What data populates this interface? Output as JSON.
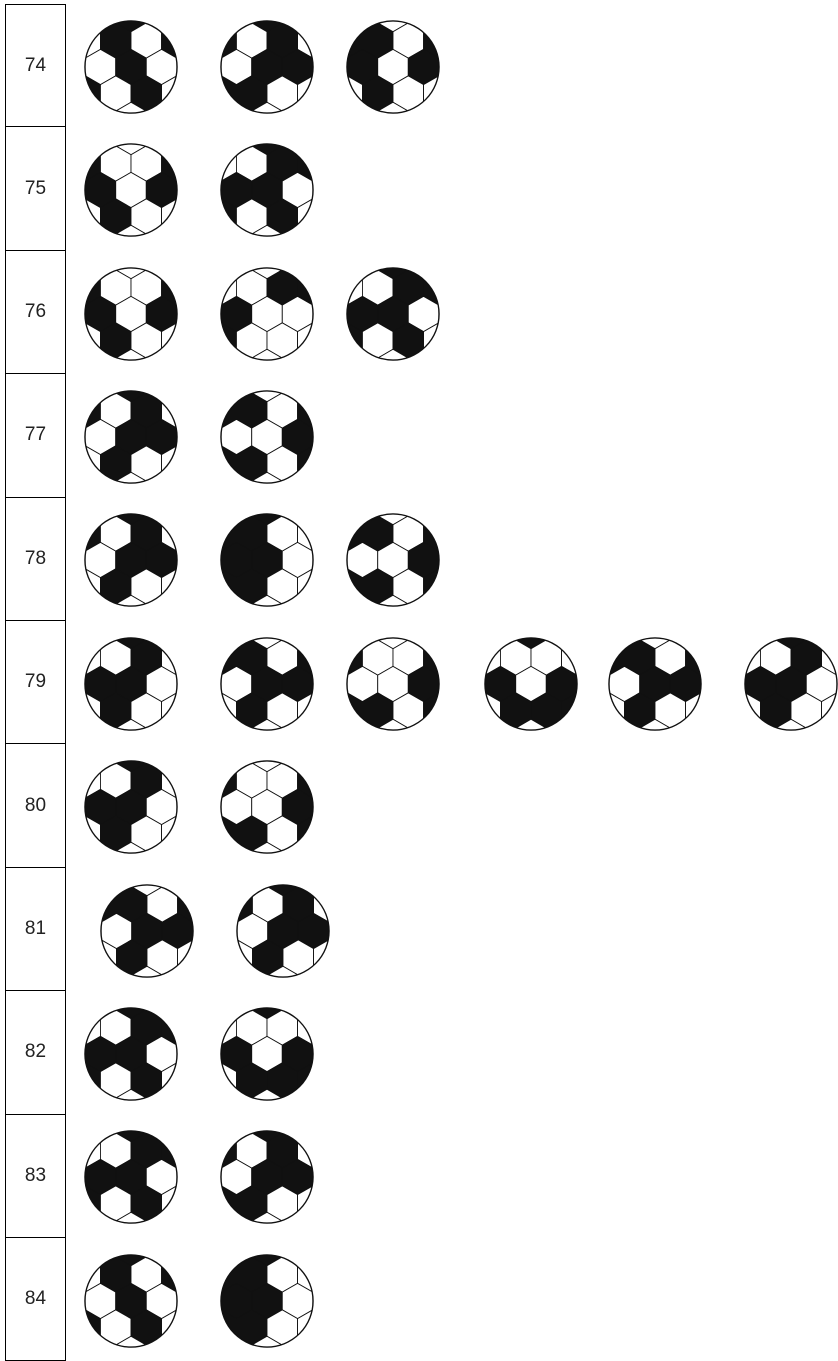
{
  "rows": [
    {
      "label": "74",
      "balls": [
        [
          0,
          2,
          4,
          6,
          8,
          10
        ],
        [
          0,
          1,
          3,
          6,
          7,
          8,
          9
        ],
        [
          1,
          2,
          4,
          5,
          7,
          9
        ]
      ]
    },
    {
      "label": "75",
      "balls": [
        [
          1,
          4,
          5,
          7,
          9
        ],
        [
          0,
          3,
          4,
          5,
          6,
          8,
          10
        ]
      ]
    },
    {
      "label": "76",
      "balls": [
        [
          1,
          4,
          5,
          7,
          9
        ],
        [
          3,
          4,
          5,
          8
        ],
        [
          0,
          3,
          4,
          5,
          6,
          8,
          10
        ]
      ]
    },
    {
      "label": "77",
      "balls": [
        [
          0,
          1,
          3,
          6,
          7,
          9
        ],
        [
          1,
          2,
          4,
          7,
          8,
          9,
          11
        ]
      ]
    },
    {
      "label": "78",
      "balls": [
        [
          0,
          1,
          3,
          6,
          7,
          9
        ],
        [
          0,
          1,
          2,
          5,
          6,
          8,
          9
        ],
        [
          1,
          2,
          4,
          7,
          8,
          9,
          11
        ]
      ]
    },
    {
      "label": "79",
      "balls": [
        [
          0,
          3,
          5,
          6,
          9
        ],
        [
          1,
          2,
          4,
          6,
          7,
          9
        ],
        [
          1,
          4,
          7,
          8,
          9,
          11
        ],
        [
          0,
          5,
          7,
          9,
          10,
          11
        ],
        [
          1,
          2,
          4,
          6,
          7,
          9
        ],
        [
          0,
          3,
          5,
          6,
          9
        ]
      ]
    },
    {
      "label": "80",
      "balls": [
        [
          0,
          3,
          5,
          6,
          9
        ],
        [
          1,
          4,
          7,
          8,
          9,
          11
        ]
      ]
    },
    {
      "label": "81",
      "balls": [
        [
          1,
          2,
          4,
          6,
          7,
          9
        ],
        [
          0,
          1,
          3,
          6,
          7,
          9
        ]
      ]
    },
    {
      "label": "82",
      "balls": [
        [
          0,
          3,
          4,
          5,
          6,
          8,
          10
        ],
        [
          0,
          5,
          7,
          9,
          10,
          11
        ]
      ]
    },
    {
      "label": "83",
      "balls": [
        [
          0,
          3,
          4,
          5,
          6,
          8,
          10
        ],
        [
          0,
          1,
          3,
          6,
          7,
          8,
          9
        ]
      ]
    },
    {
      "label": "84",
      "balls": [
        [
          0,
          2,
          4,
          6,
          8,
          10
        ],
        [
          0,
          1,
          2,
          5,
          6,
          8,
          9
        ]
      ]
    }
  ]
}
